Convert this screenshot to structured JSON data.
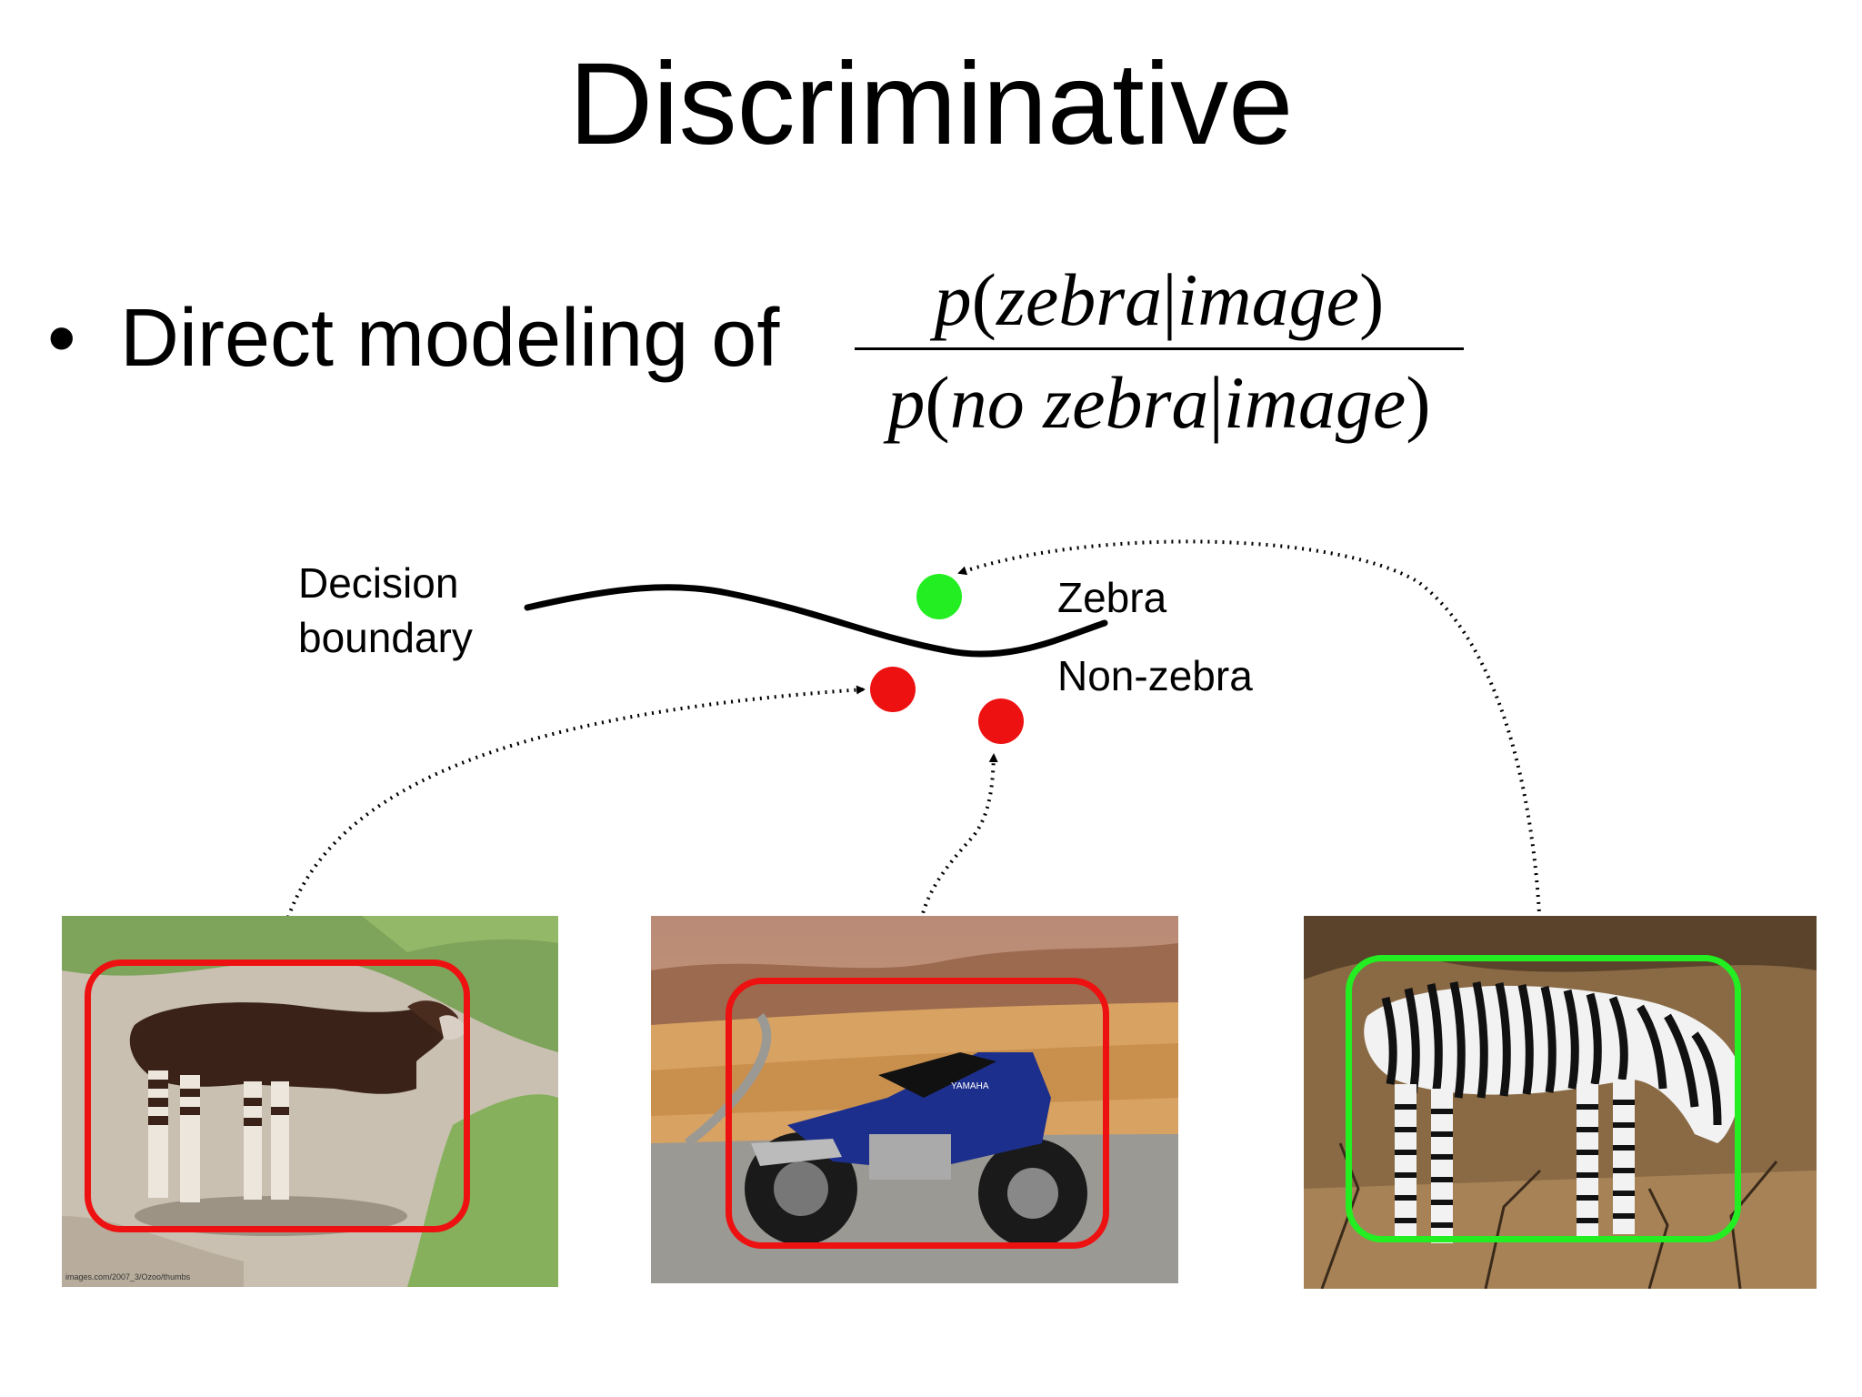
{
  "slide": {
    "title": "Discriminative",
    "bullet": {
      "marker": "•",
      "text": "Direct modeling of"
    },
    "formula": {
      "numerator": {
        "p": "p",
        "open": "(",
        "event": "zebra",
        "sep": "|",
        "given": "image",
        "close": ")"
      },
      "denominator": {
        "p": "p",
        "open": "(",
        "event": "no zebra",
        "sep": "|",
        "given": "image",
        "close": ")"
      }
    },
    "diagram": {
      "decision_label_line1": "Decision",
      "decision_label_line2": "boundary",
      "region_above": "Zebra",
      "region_below": "Non-zebra",
      "points": [
        {
          "class": "zebra",
          "color": "#22ee22"
        },
        {
          "class": "non-zebra",
          "color": "#ee1111"
        },
        {
          "class": "non-zebra",
          "color": "#ee1111"
        }
      ]
    },
    "photos": [
      {
        "subject": "okapi",
        "box_color": "#ee1111",
        "watermark": "images.com/2007_3/Ozoo/thumbs"
      },
      {
        "subject": "motorcycle",
        "box_color": "#ee1111",
        "badge": "YAMAHA"
      },
      {
        "subject": "zebra",
        "box_color": "#22ee22"
      }
    ]
  }
}
